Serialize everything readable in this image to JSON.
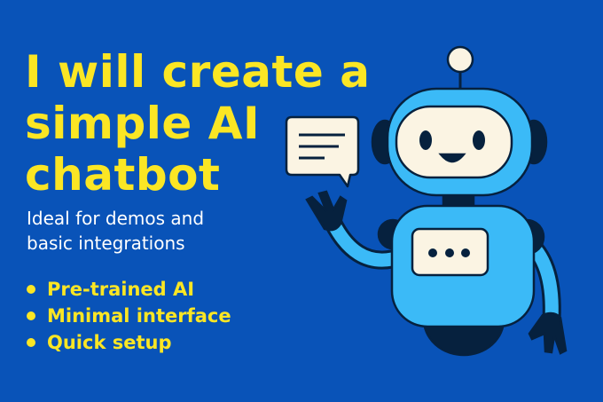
{
  "title": {
    "lines": [
      "I will create a",
      "simple AI",
      "chatbot"
    ]
  },
  "subtitle": {
    "lines": [
      "Ideal for demos and",
      "basic integrations"
    ]
  },
  "features": [
    "Pre-trained AI",
    "Minimal interface",
    "Quick setup"
  ],
  "colors": {
    "background": "#0953b8",
    "accent": "#fbe624",
    "robot": "#3bbaf7",
    "outline": "#06213e",
    "cream": "#fbf4e3"
  },
  "illustration": {
    "robot-icon": "robot",
    "speech-bubble-icon": "speech-bubble"
  }
}
